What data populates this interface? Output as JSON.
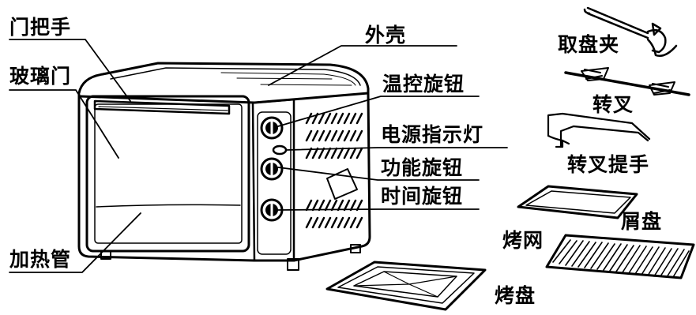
{
  "labels": {
    "door_handle": "门把手",
    "glass_door": "玻璃门",
    "heating_tube": "加热管",
    "outer_shell": "外壳",
    "temp_knob": "温控旋钮",
    "power_light": "电源指示灯",
    "function_knob": "功能旋钮",
    "timer_knob": "时间旋钮",
    "tray_clamp": "取盘夹",
    "rotisserie_fork": "转叉",
    "fork_handle": "转叉提手",
    "crumb_tray": "屑盘",
    "grill_rack": "烤网",
    "baking_tray": "烤盘"
  },
  "colors": {
    "ink": "#000000",
    "background": "#ffffff"
  }
}
